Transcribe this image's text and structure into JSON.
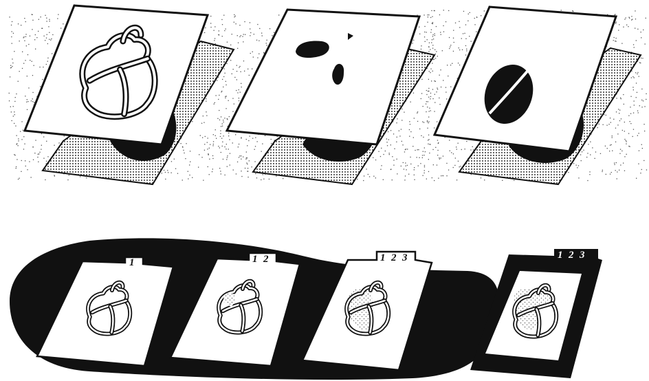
{
  "colors": {
    "ink": "#111111",
    "paper": "#ffffff",
    "speckle": "#555555",
    "dot_screen": "#999999",
    "stipple": "#888888"
  },
  "top_row": {
    "panels": [
      {
        "mask": "heart-outline"
      },
      {
        "mask": "blob-spots"
      },
      {
        "mask": "split-ellipse"
      }
    ]
  },
  "bottom_row": {
    "steps": [
      {
        "tab_labels": [
          "1"
        ]
      },
      {
        "tab_labels": [
          "1",
          "2"
        ]
      },
      {
        "tab_labels": [
          "1",
          "2",
          "3"
        ]
      },
      {
        "tab_labels": [
          "1",
          "2",
          "3"
        ]
      }
    ]
  }
}
